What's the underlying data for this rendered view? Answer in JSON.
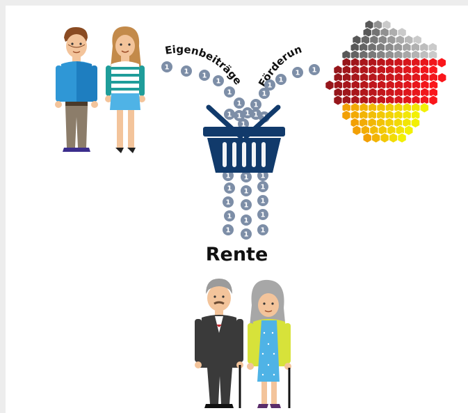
{
  "labels": {
    "own_contributions": "Eigenbeiträge",
    "subsidy": "Förderung",
    "pension": "Rente"
  },
  "coin_symbol": "1",
  "colors": {
    "coin": "#7d8ea7",
    "basket": "#113a6b",
    "germany_black": "#222222",
    "germany_red": "#d8161b",
    "germany_gold": "#f2b705"
  }
}
